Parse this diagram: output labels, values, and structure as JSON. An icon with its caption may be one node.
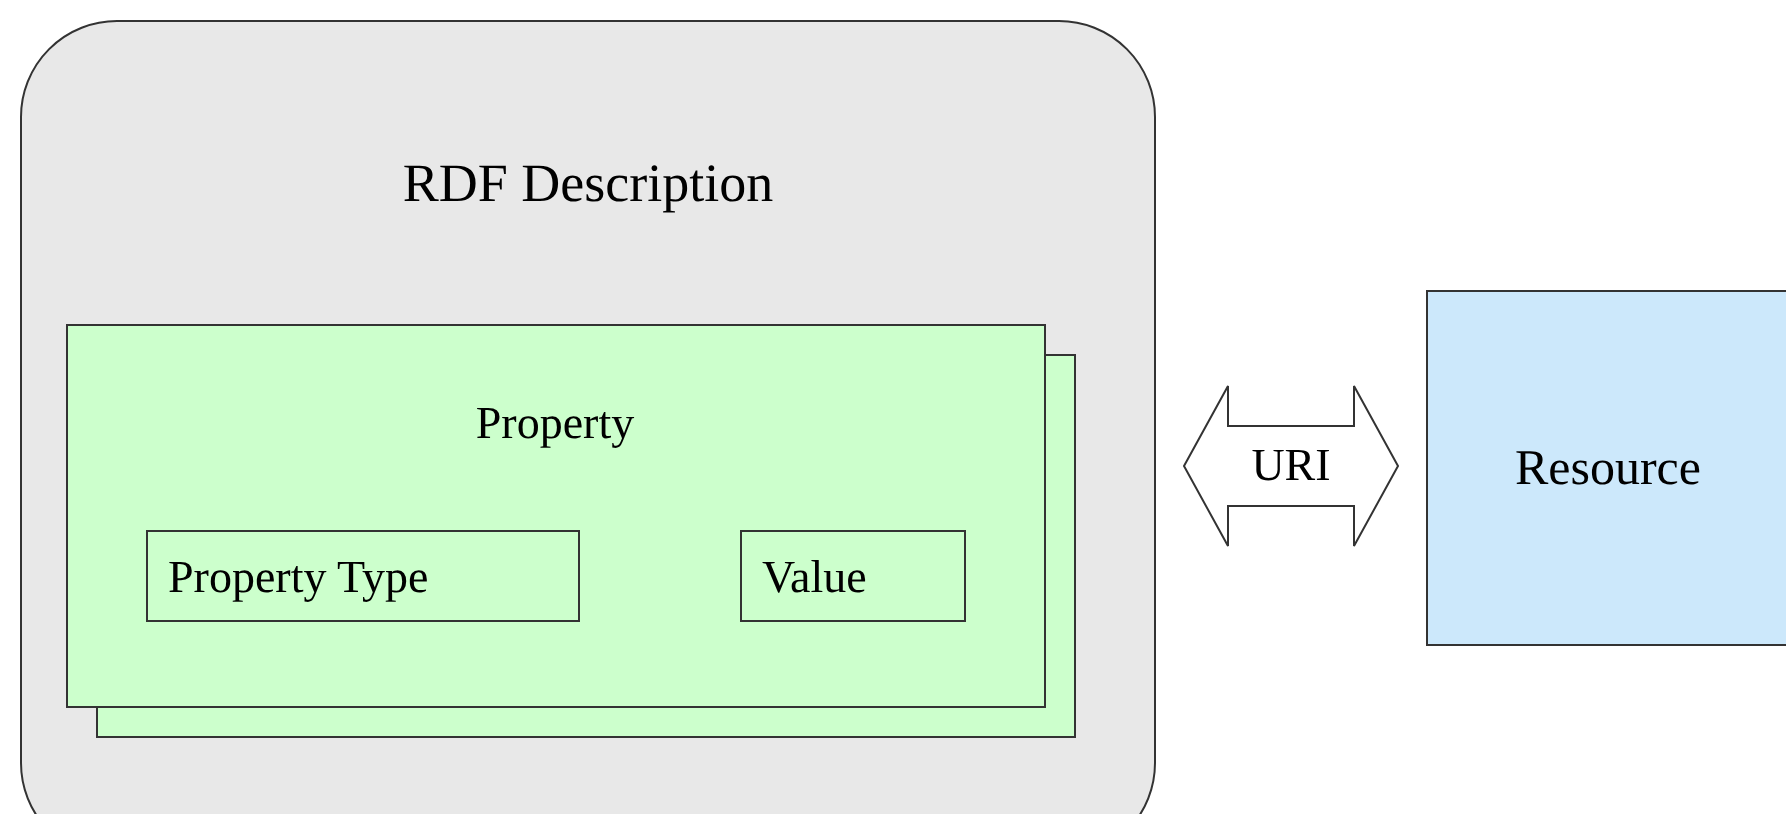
{
  "diagram": {
    "nodes": [
      {
        "text": [
          "RDF Description"
        ]
      },
      {
        "text": [
          "Property"
        ],
        "in": 0
      },
      {
        "text": [
          "Property Type"
        ],
        "in": 1
      },
      {
        "text": [
          "Value"
        ],
        "in": 1
      },
      {
        "text": [
          "Resource"
        ]
      }
    ],
    "edges": [
      {
        "from": 0,
        "to": 4,
        "arrow": "both",
        "label": "URI"
      }
    ]
  }
}
